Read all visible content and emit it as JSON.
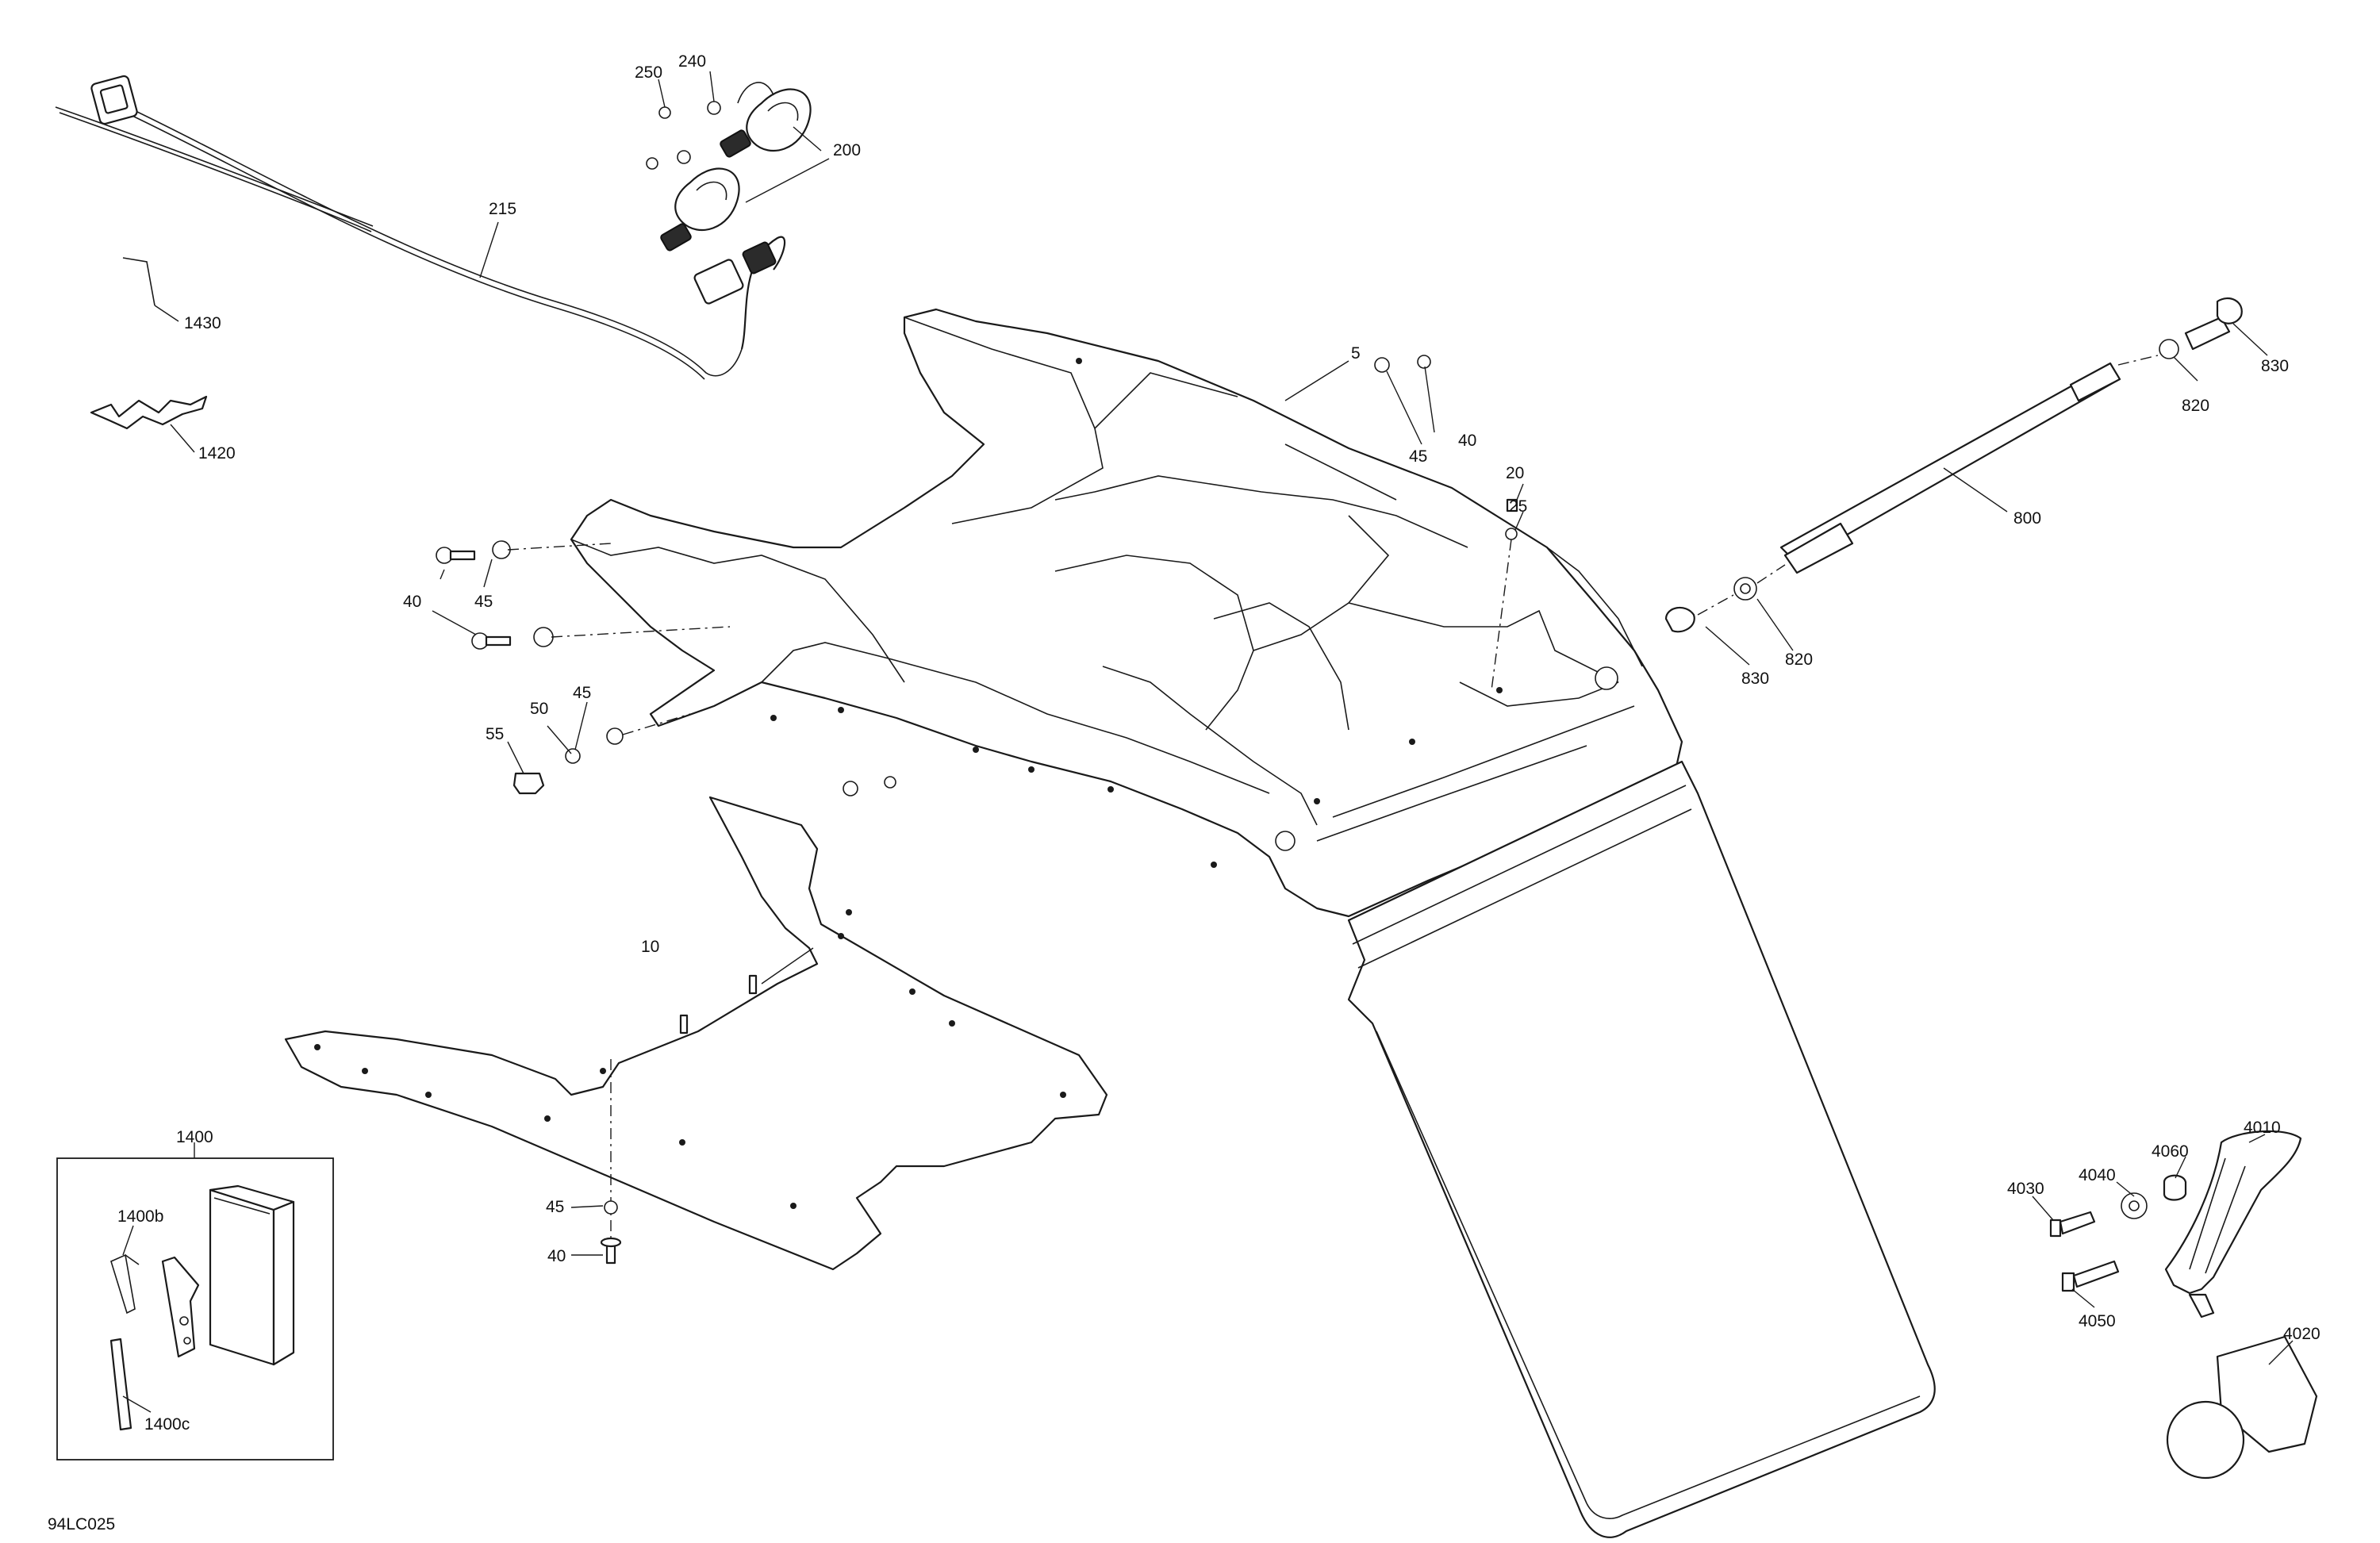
{
  "diagram": {
    "reference_code": "94LC025",
    "callouts": {
      "c5": "5",
      "c10": "10",
      "c20": "20",
      "c25": "25",
      "c40_a": "40",
      "c40_b": "40",
      "c40_c": "40",
      "c45_a": "45",
      "c45_b": "45",
      "c45_c": "45",
      "c45_d": "45",
      "c50": "50",
      "c55": "55",
      "c200": "200",
      "c215": "215",
      "c240": "240",
      "c250": "250",
      "c800": "800",
      "c820_a": "820",
      "c820_b": "820",
      "c830_a": "830",
      "c830_b": "830",
      "c1400": "1400",
      "c1400b": "1400b",
      "c1400c": "1400c",
      "c1420": "1420",
      "c1430": "1430",
      "c4010": "4010",
      "c4020": "4020",
      "c4030": "4030",
      "c4040": "4040",
      "c4050": "4050",
      "c4060": "4060"
    }
  }
}
